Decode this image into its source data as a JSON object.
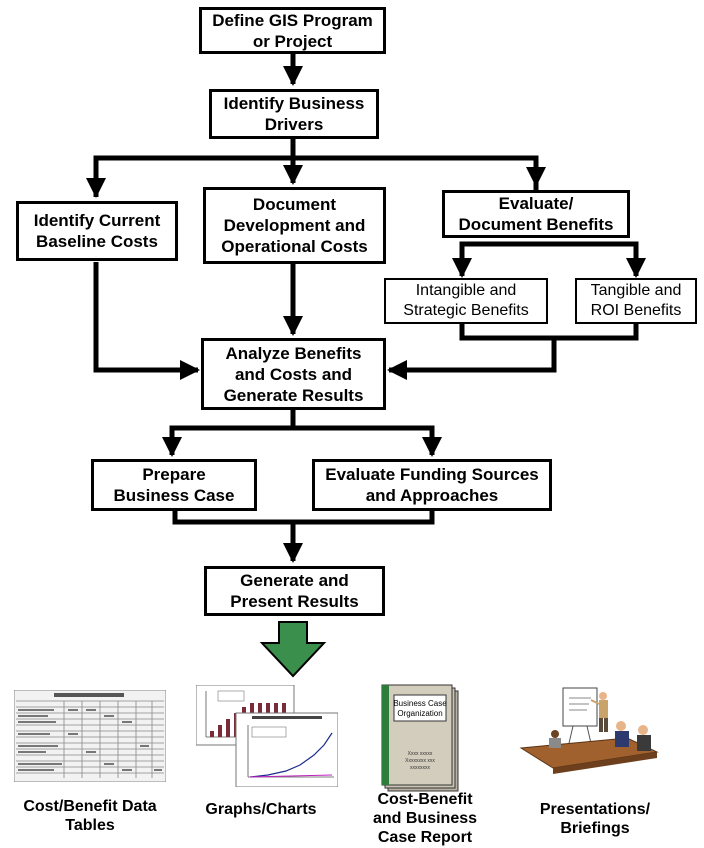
{
  "boxes": {
    "define": "Define GIS Program\nor Project",
    "drivers": "Identify Business\nDrivers",
    "baseline": "Identify Current\nBaseline Costs",
    "devops": "Document\nDevelopment and\nOperational Costs",
    "evaluate": "Evaluate/\nDocument Benefits",
    "intangible": "Intangible and\nStrategic Benefits",
    "tangible": "Tangible and\nROI Benefits",
    "analyze": "Analyze Benefits\nand Costs and\nGenerate Results",
    "prepare": "Prepare\nBusiness Case",
    "funding": "Evaluate Funding Sources\nand Approaches",
    "generate": "Generate and\nPresent Results"
  },
  "outputs": [
    {
      "label": "Cost/Benefit Data\nTables",
      "icon": "data-table-icon"
    },
    {
      "label": "Graphs/Charts",
      "icon": "charts-icon"
    },
    {
      "label": "Cost-Benefit\nand Business\nCase Report",
      "icon": "report-icon"
    },
    {
      "label": "Presentations/\nBriefings",
      "icon": "meeting-icon"
    }
  ],
  "report_cover": {
    "title": "Business Case\nOrganization",
    "lines": [
      "Xxxx xxxxx",
      "Xxxxxxxx xxx",
      "xxxxxxxx"
    ]
  },
  "colors": {
    "arrow": "#000000",
    "big_arrow": "#3a8f4c",
    "report": "#c9c3b4",
    "table": "#f2f2f2"
  }
}
